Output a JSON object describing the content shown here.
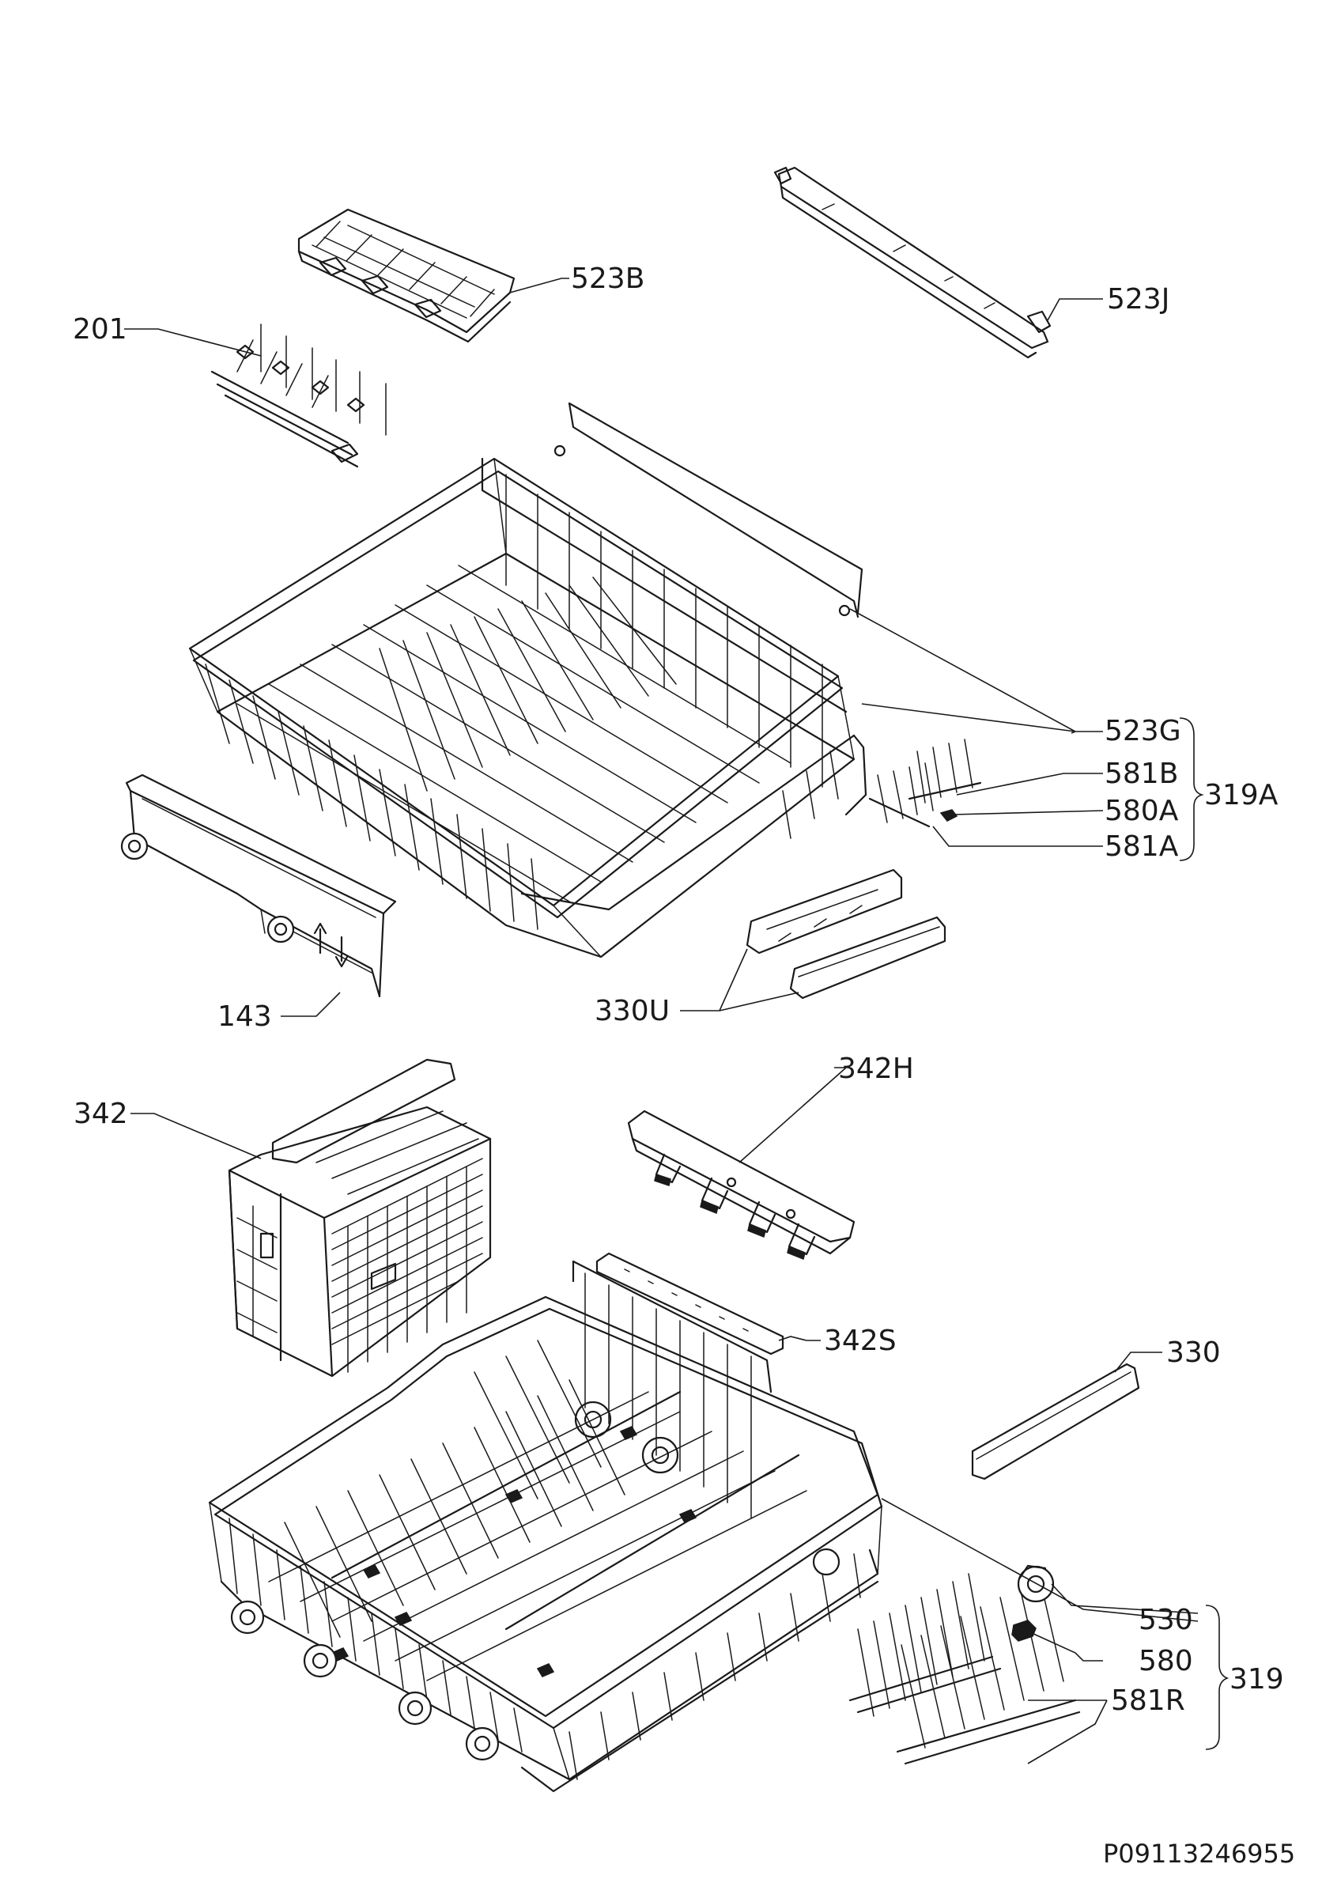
{
  "colors": {
    "ink": "#1a1a1a",
    "background": "#ffffff"
  },
  "callouts": {
    "c201": "201",
    "c523B": "523B",
    "c523J": "523J",
    "c523G": "523G",
    "c581B": "581B",
    "c580A": "580A",
    "c581A": "581A",
    "c319A": "319A",
    "c143": "143",
    "c330U": "330U",
    "c342": "342",
    "c342H": "342H",
    "c342S": "342S",
    "c330": "330",
    "c530": "530",
    "c580": "580",
    "c319": "319",
    "c581R": "581R"
  },
  "document_id": "P09113246955"
}
